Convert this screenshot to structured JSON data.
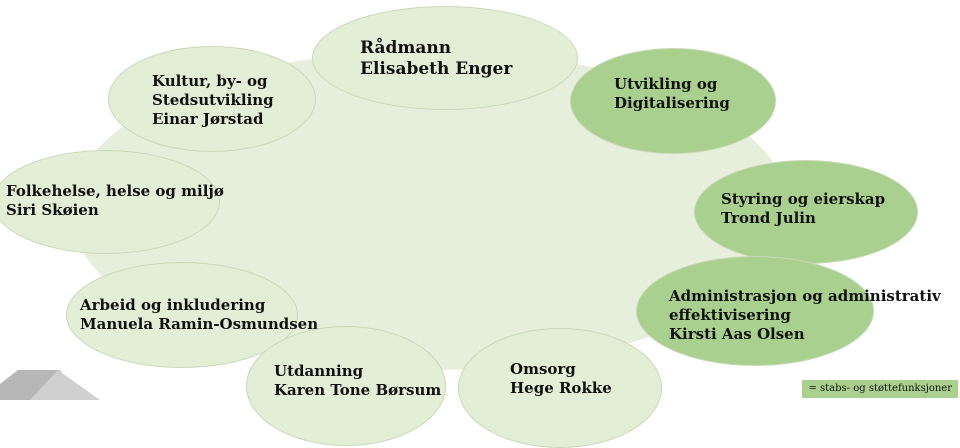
{
  "nodes": [
    {
      "id": "raadmann",
      "lines": [
        "Rådmann",
        "Elisabeth Enger"
      ],
      "kind": "light"
    },
    {
      "id": "kultur",
      "lines": [
        "Kultur, by- og",
        "Stedsutvikling",
        "Einar Jørstad"
      ],
      "kind": "light"
    },
    {
      "id": "utvikling",
      "lines": [
        "Utvikling og",
        "Digitalisering"
      ],
      "kind": "dark"
    },
    {
      "id": "folkehelse",
      "lines": [
        "Folkehelse, helse og miljø",
        "Siri Skøien"
      ],
      "kind": "light"
    },
    {
      "id": "styring",
      "lines": [
        "Styring og eierskap",
        "Trond Julin"
      ],
      "kind": "dark"
    },
    {
      "id": "arbeid",
      "lines": [
        "Arbeid og inkludering",
        "Manuela Ramin-Osmundsen"
      ],
      "kind": "light"
    },
    {
      "id": "administrasjon",
      "lines": [
        "Administrasjon og administrativ",
        "effektivisering",
        "Kirsti Aas Olsen"
      ],
      "kind": "dark"
    },
    {
      "id": "utdanning",
      "lines": [
        "Utdanning",
        "Karen Tone Børsum"
      ],
      "kind": "light"
    },
    {
      "id": "omsorg",
      "lines": [
        "Omsorg",
        "Hege Rokke"
      ],
      "kind": "light"
    }
  ],
  "legend": {
    "text": "= stabs- og støttefunksjoner",
    "color": "#a9d08e"
  },
  "colors": {
    "light": "#e3eed7",
    "dark": "#a9d08e",
    "background": "#e6efdc"
  }
}
